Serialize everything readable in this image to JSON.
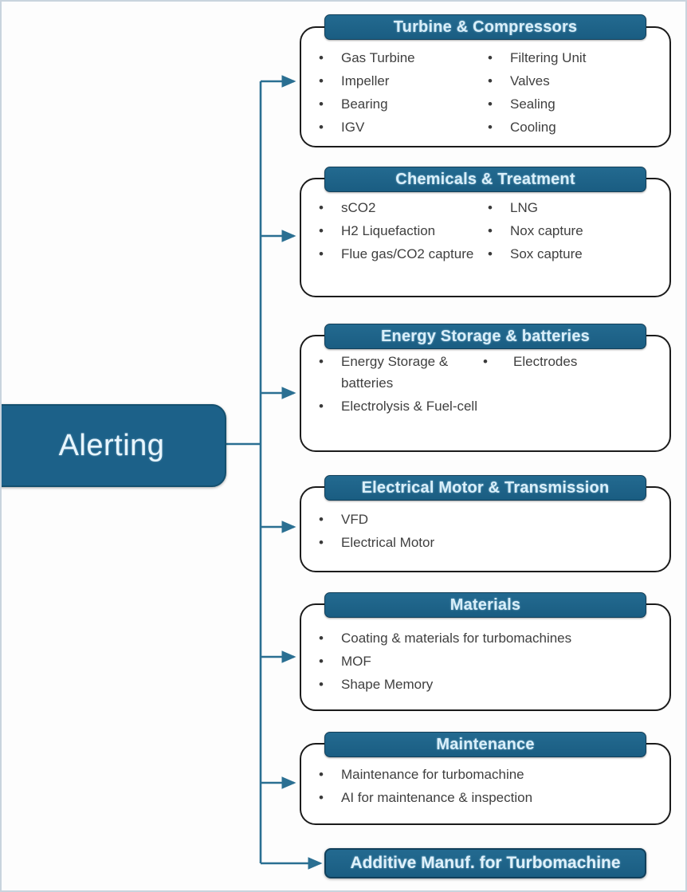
{
  "diagram": {
    "root": {
      "label": "Alerting"
    },
    "branches": [
      {
        "title": "Turbine & Compressors",
        "columns": [
          [
            "Gas Turbine",
            "Impeller",
            "Bearing",
            "IGV"
          ],
          [
            "Filtering Unit",
            "Valves",
            "Sealing",
            "Cooling"
          ]
        ]
      },
      {
        "title": "Chemicals & Treatment",
        "columns": [
          [
            "sCO2",
            "H2 Liquefaction",
            "Flue gas/CO2 capture"
          ],
          [
            "LNG",
            "Nox capture",
            "Sox capture"
          ]
        ]
      },
      {
        "title": "Energy Storage  & batteries",
        "columns": [
          [
            "Energy Storage  & batteries",
            "Electrolysis & Fuel-cell"
          ],
          [
            "Electrodes"
          ]
        ]
      },
      {
        "title": "Electrical Motor & Transmission",
        "columns": [
          [
            "VFD",
            "Electrical Motor"
          ],
          []
        ]
      },
      {
        "title": "Materials",
        "columns": [
          [
            "Coating & materials for turbomachines",
            "MOF",
            "Shape Memory"
          ],
          []
        ]
      },
      {
        "title": "Maintenance",
        "columns": [
          [
            "Maintenance for turbomachine",
            "AI for maintenance & inspection"
          ],
          []
        ]
      }
    ],
    "leaf": {
      "label": "Additive Manuf. for Turbomachine"
    },
    "bullet_glyph": "•",
    "colors": {
      "node_fill": "#1c6189",
      "header_fill": "#1a5d82",
      "header_text": "#d9effa",
      "card_border": "#1b1b1b",
      "connector": "#2a6f92",
      "body_text": "#3f3f3f",
      "page_border": "#c9d4de"
    }
  }
}
